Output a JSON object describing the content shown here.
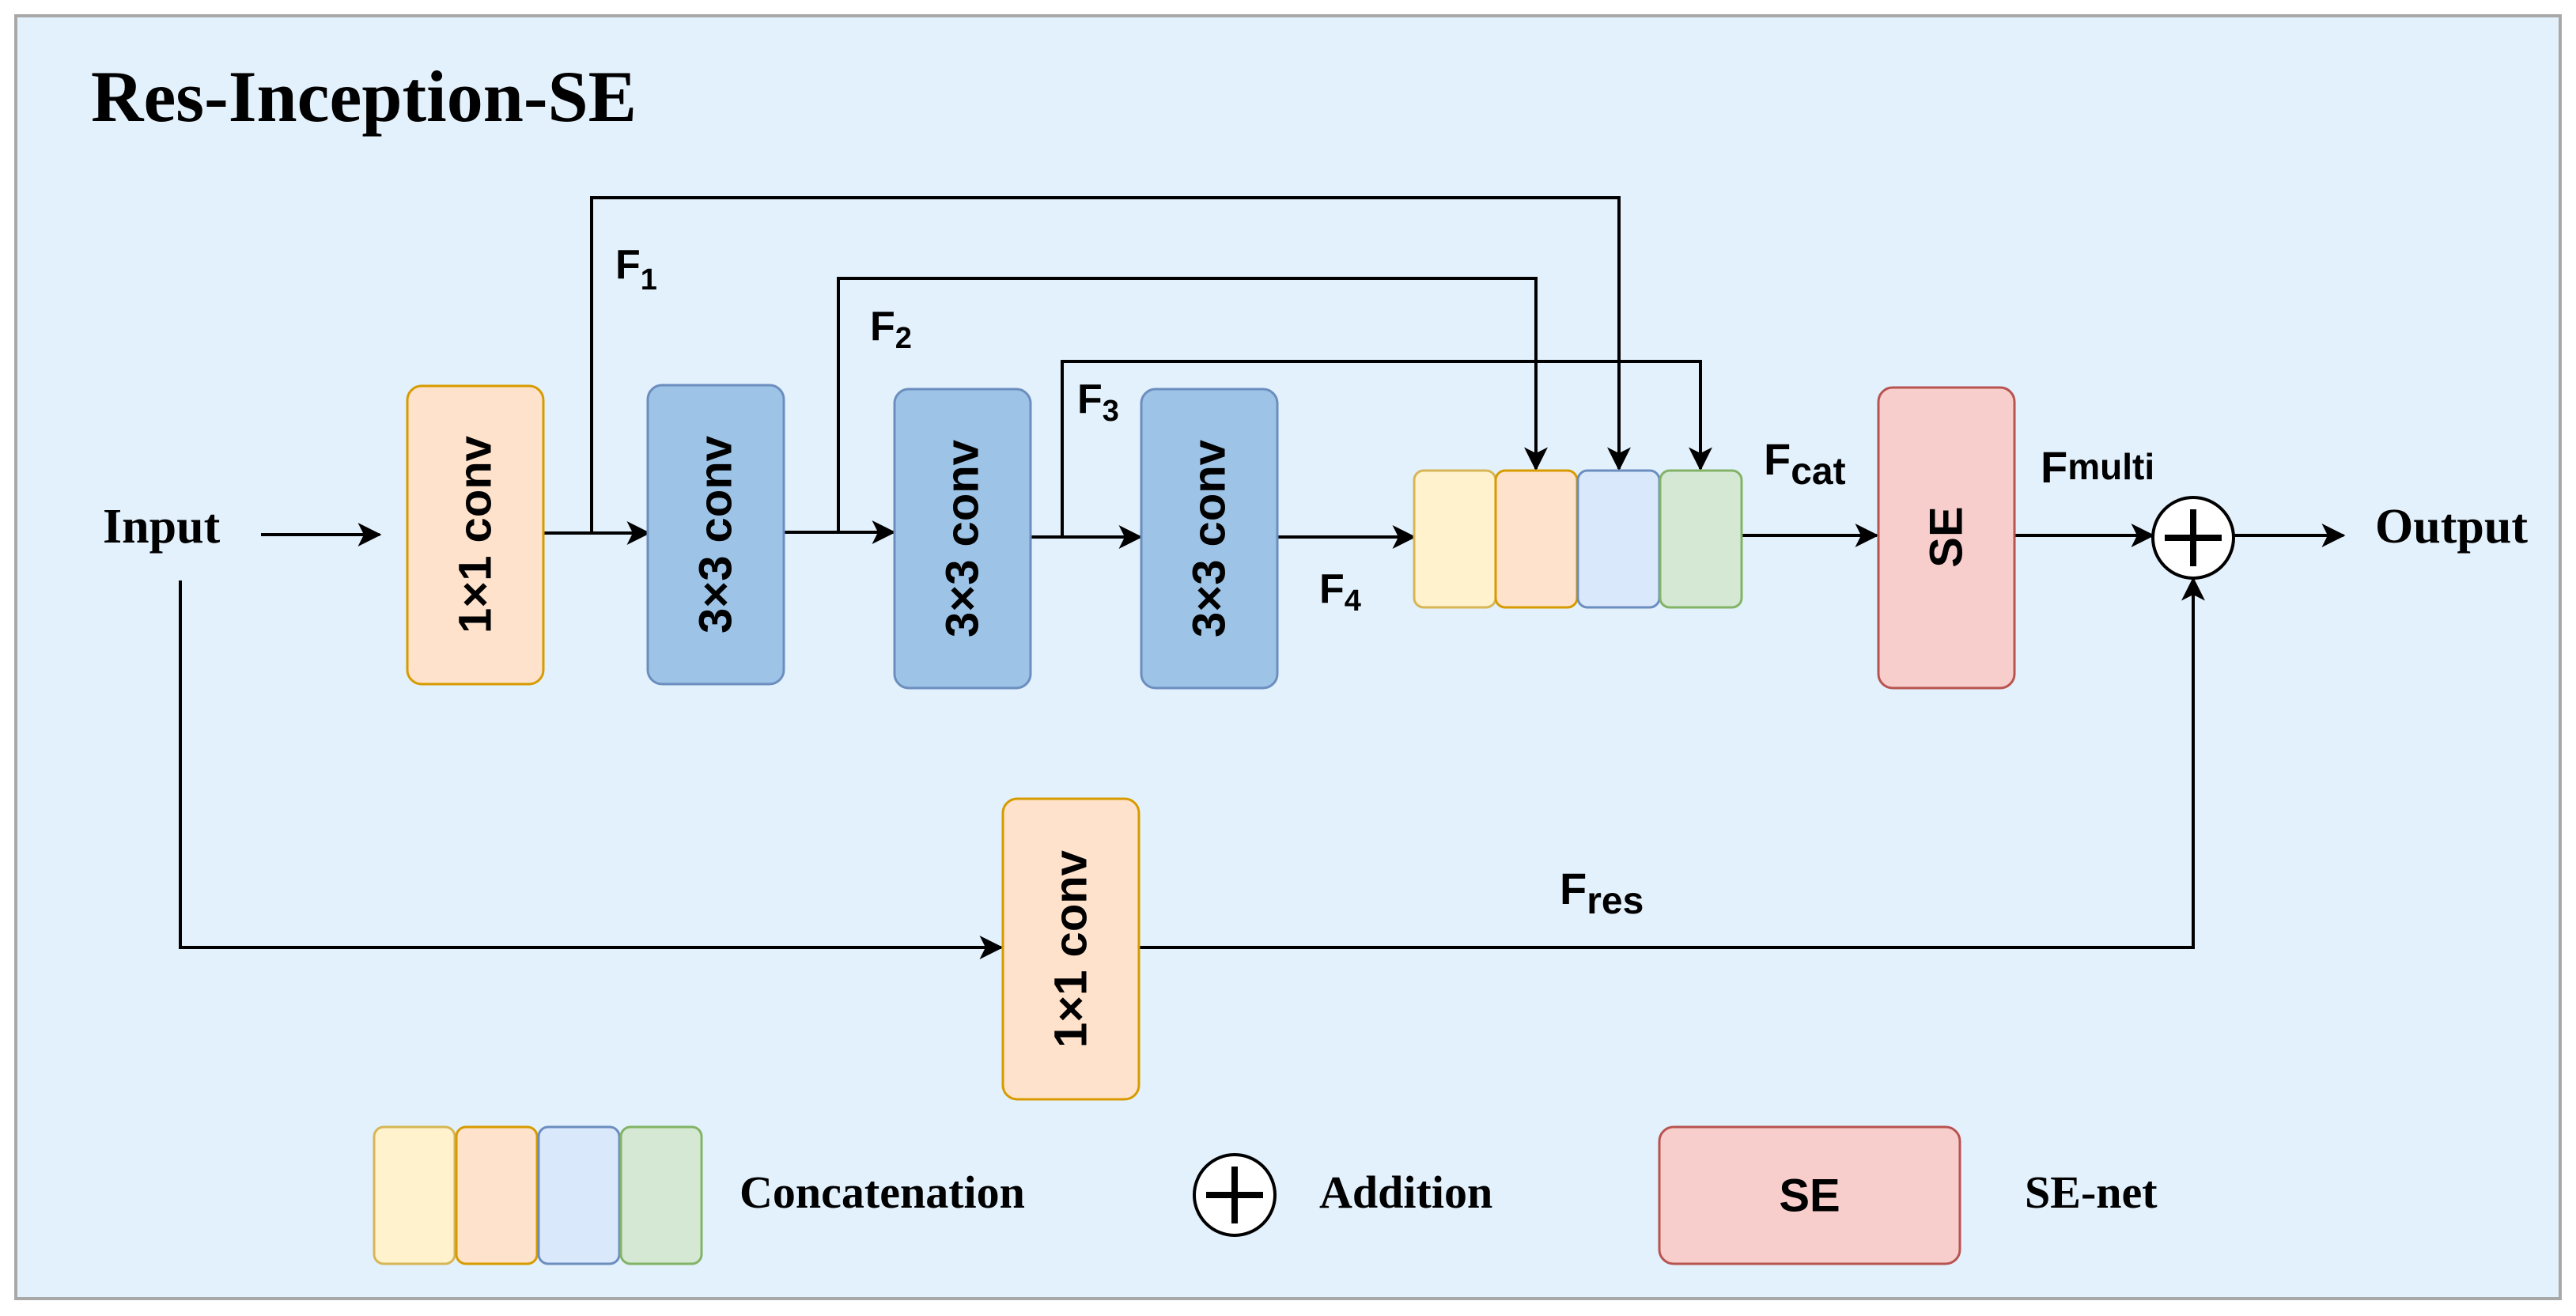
{
  "title": "Res-Inception-SE",
  "io": {
    "input": "Input",
    "output": "Output"
  },
  "blocks": {
    "conv1": "1×1 conv",
    "conv3a": "3×3 conv",
    "conv3b": "3×3 conv",
    "conv3c": "3×3 conv",
    "conv_res": "1×1 conv",
    "se": "SE"
  },
  "features": {
    "f1": {
      "main": "F",
      "sub": "1"
    },
    "f2": {
      "main": "F",
      "sub": "2"
    },
    "f3": {
      "main": "F",
      "sub": "3"
    },
    "f4": {
      "main": "F",
      "sub": "4"
    },
    "fcat": {
      "main": "F",
      "sub": "cat"
    },
    "fmulti": {
      "main": "F",
      "sub": "multi"
    },
    "fres": {
      "main": "F",
      "sub": "res"
    }
  },
  "legend": {
    "concat": "Concatenation",
    "addition": "Addition",
    "se_box": "SE",
    "se_net": "SE-net"
  },
  "colors": {
    "background": "#e3f1fc",
    "frame": "#a8a8a8",
    "yellow_fill": "#fff2cc",
    "yellow_stroke": "#d6b656",
    "orange_fill": "#ffe2cb",
    "orange_stroke": "#d79b00",
    "blue_fill": "#9dc3e6",
    "blue_stroke": "#6c8ebf",
    "lightblue_fill": "#dae8fc",
    "green_fill": "#d5e8d4",
    "green_stroke": "#82b366",
    "red_fill": "#f8cecc",
    "red_stroke": "#b85450"
  }
}
